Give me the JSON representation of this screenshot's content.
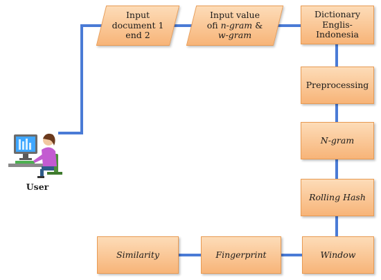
{
  "nodes": {
    "input_docs": "Input document 1 end 2",
    "input_value": {
      "line1": "Input value",
      "line2_prefix": "ofi ",
      "line2_term": "n-gram",
      "line2_suffix": " &",
      "line3_term": "w-gram"
    },
    "dictionary": "Dictionary Englis-Indonesia",
    "preprocessing": "Preprocessing",
    "ngram": "N-gram",
    "rolling_hash": "Rolling Hash",
    "window": "Window",
    "fingerprint": "Fingerprint",
    "similarity": "Similarity"
  },
  "user": {
    "label": "User",
    "icon": "user-at-computer-icon"
  },
  "colors": {
    "box_fill_top": "#fddcb8",
    "box_fill_bottom": "#f7b478",
    "box_border": "#e89a52",
    "connector": "#4a7bd6"
  }
}
